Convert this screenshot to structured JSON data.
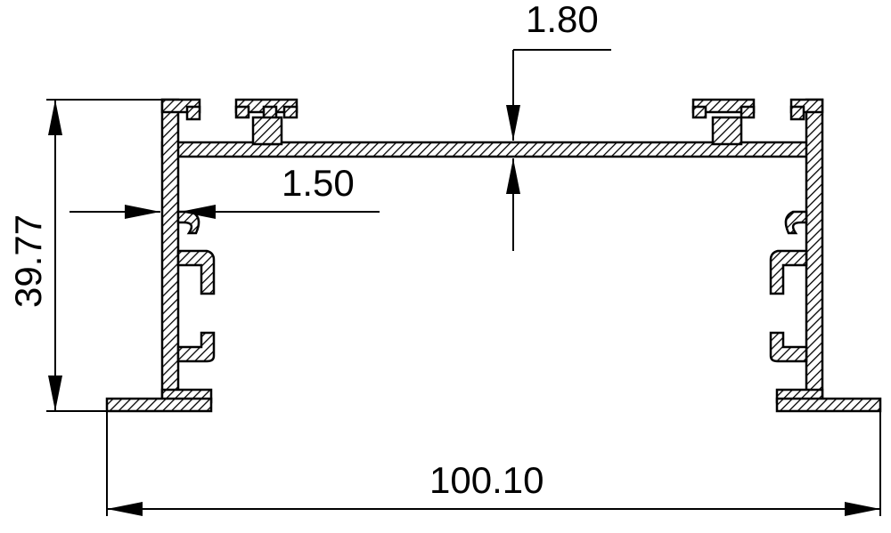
{
  "dimensions": {
    "top_flange_thickness": "1.80",
    "wall_thickness": "1.50",
    "height": "39.77",
    "width": "100.10"
  }
}
